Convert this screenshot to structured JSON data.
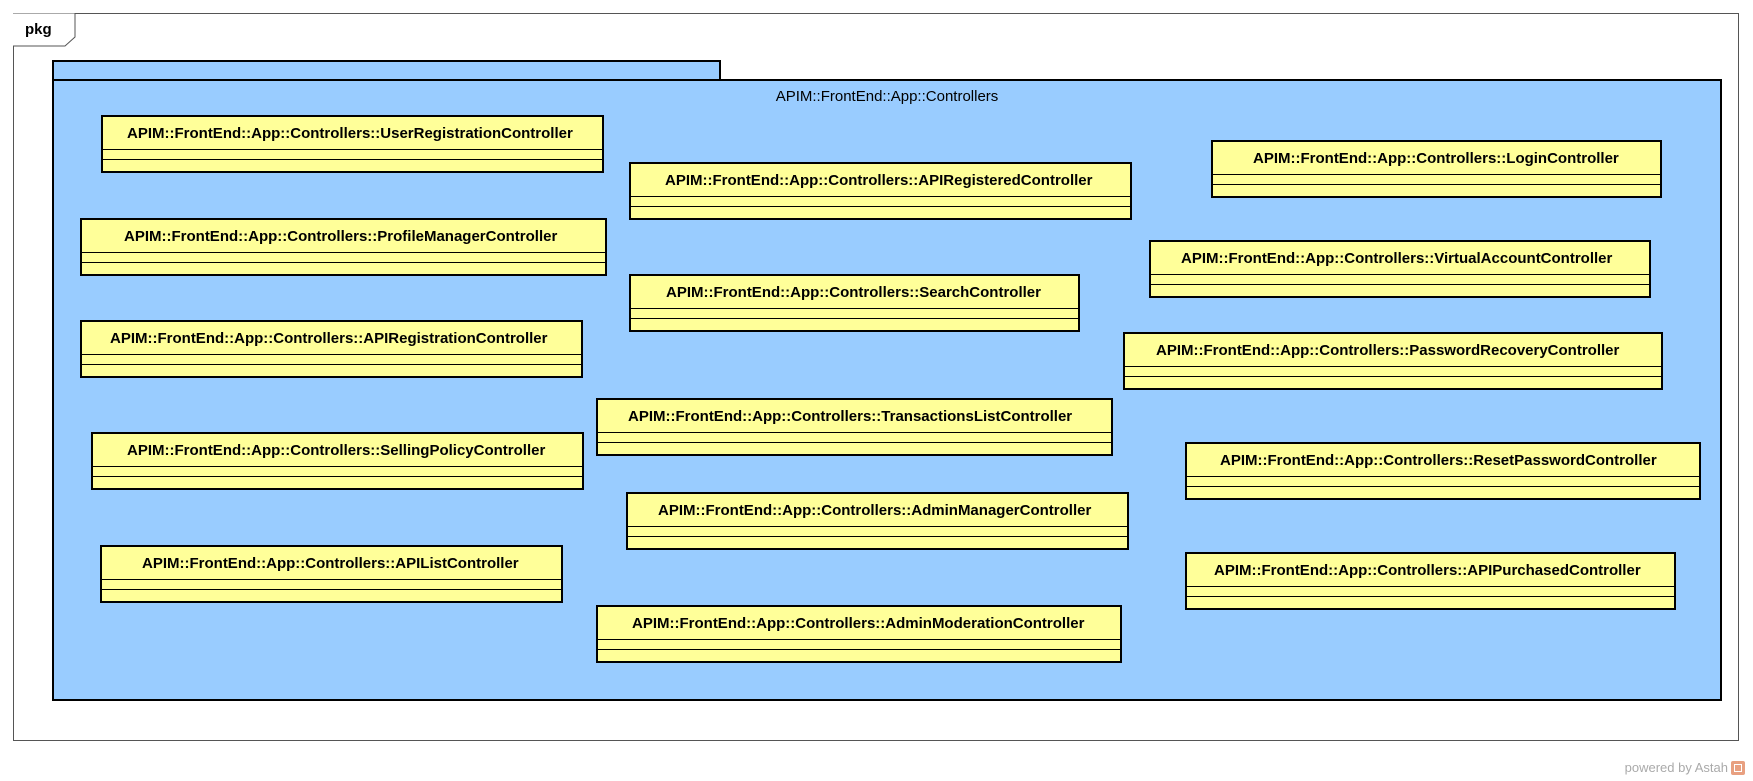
{
  "frame": {
    "label": "pkg"
  },
  "package": {
    "name": "APIM::FrontEnd::App::Controllers"
  },
  "classes": [
    "APIM::FrontEnd::App::Controllers::UserRegistrationController",
    "APIM::FrontEnd::App::Controllers::ProfileManagerController",
    "APIM::FrontEnd::App::Controllers::APIRegistrationController",
    "APIM::FrontEnd::App::Controllers::SellingPolicyController",
    "APIM::FrontEnd::App::Controllers::APIListController",
    "APIM::FrontEnd::App::Controllers::APIRegisteredController",
    "APIM::FrontEnd::App::Controllers::SearchController",
    "APIM::FrontEnd::App::Controllers::TransactionsListController",
    "APIM::FrontEnd::App::Controllers::AdminManagerController",
    "APIM::FrontEnd::App::Controllers::AdminModerationController",
    "APIM::FrontEnd::App::Controllers::LoginController",
    "APIM::FrontEnd::App::Controllers::VirtualAccountController",
    "APIM::FrontEnd::App::Controllers::PasswordRecoveryController",
    "APIM::FrontEnd::App::Controllers::ResetPasswordController",
    "APIM::FrontEnd::App::Controllers::APIPurchasedController"
  ],
  "watermark": {
    "text": "powered by Astah"
  },
  "colors": {
    "package_fill": "#99ccff",
    "class_fill": "#ffff99"
  }
}
